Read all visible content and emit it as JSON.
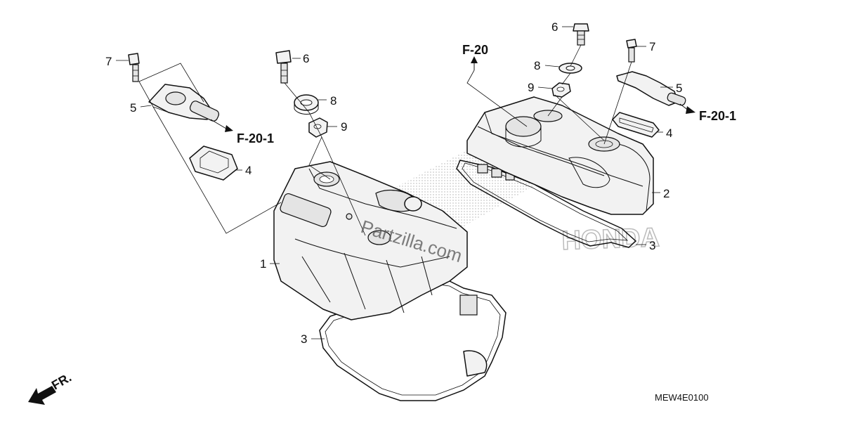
{
  "diagram": {
    "diagram_code": "MEW4E0100",
    "watermark_primary": "Partzilla.com",
    "watermark_secondary": "HONDA",
    "front_arrow_label": "FR.",
    "references": {
      "f20": "F-20",
      "f20_1_left": "F-20-1",
      "f20_1_right": "F-20-1"
    },
    "callouts": {
      "left_7": "7",
      "left_5": "5",
      "left_4": "4",
      "left_6": "6",
      "left_8": "8",
      "left_9": "9",
      "left_1": "1",
      "left_3": "3",
      "right_6": "6",
      "right_8": "8",
      "right_9": "9",
      "right_7": "7",
      "right_5": "5",
      "right_4": "4",
      "right_2": "2",
      "right_3": "3"
    }
  }
}
